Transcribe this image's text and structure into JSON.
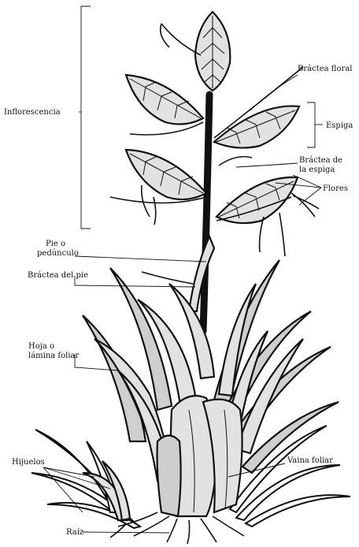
{
  "labels": {
    "inflorescencia": "Inflorescencia",
    "bractea_floral": "Bráctea floral",
    "espiga": "Espiga",
    "bractea_espiga_1": "Bráctea de",
    "bractea_espiga_2": "la espiga",
    "flores": "Flores",
    "pie_1": "Pie o",
    "pie_2": "pedúnculo",
    "bractea_pie": "Bráctea del pie",
    "hoja_1": "Hoja o",
    "hoja_2": "lámina foliar",
    "vaina": "Vaina foliar",
    "hijuelos": "Hijuelos",
    "raiz": "Raíz"
  }
}
